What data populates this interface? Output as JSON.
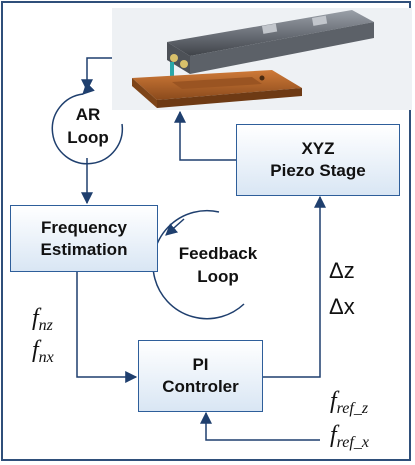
{
  "title": "",
  "nodes": {
    "ar_loop": [
      "AR",
      "Loop"
    ],
    "piezo": [
      "XYZ",
      "Piezo Stage"
    ],
    "freq": [
      "Frequency",
      "Estimation"
    ],
    "feedback_loop": [
      "Feedback",
      "Loop"
    ],
    "pi": [
      "PI",
      "Controler"
    ]
  },
  "signals": {
    "fnz": {
      "base": "f",
      "sub": "nz"
    },
    "fnx": {
      "base": "f",
      "sub": "nx"
    },
    "dz": "Δz",
    "dx": "Δx",
    "frefz": {
      "base": "f",
      "sub": "ref_z"
    },
    "frefx": {
      "base": "f",
      "sub": "ref_x"
    }
  },
  "colors": {
    "border": "#2f4f7a",
    "box_border": "#2e5e9a",
    "arrow": "#1f3f6e",
    "platform": "#b86a2e"
  },
  "image": {
    "icon": "afm-cantilever-on-stage-icon"
  }
}
